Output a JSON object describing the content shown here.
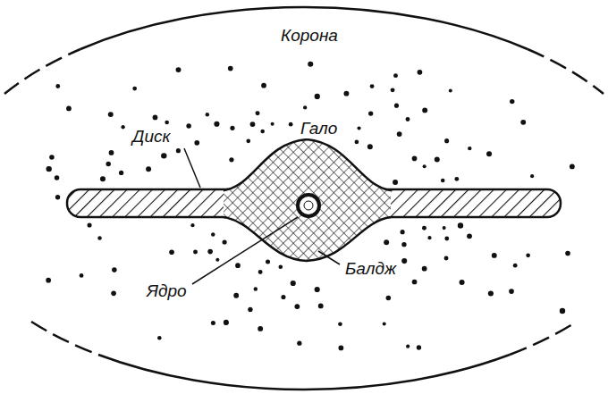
{
  "diagram": {
    "labels": [
      "Корона",
      "Гало",
      "Диск",
      "Балдж",
      "Ядро"
    ]
  }
}
